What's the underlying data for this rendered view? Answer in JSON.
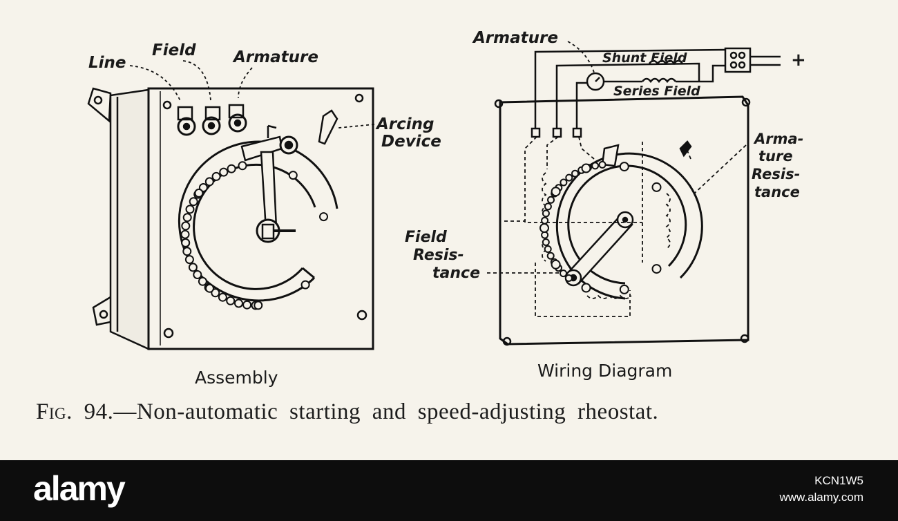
{
  "figure": {
    "caption_label": "Fig. 94.",
    "caption_text": "—Non-automatic starting and speed-adjusting rheostat.",
    "assembly": {
      "title": "Assembly",
      "labels": {
        "line": "Line",
        "field": "Field",
        "armature": "Armature",
        "arcing_1": "Arcing",
        "arcing_2": "Device"
      }
    },
    "wiring": {
      "title": "Wiring Diagram",
      "labels": {
        "armature": "Armature",
        "shunt_field": "Shunt Field",
        "series_field": "Series Field",
        "plus": "+",
        "arm_res_1": "Arma-",
        "arm_res_2": "ture",
        "arm_res_3": "Resis-",
        "arm_res_4": "tance",
        "field_res_1": "Field",
        "field_res_2": "Resis-",
        "field_res_3": "tance"
      }
    }
  },
  "footer": {
    "brand": "alamy",
    "image_id": "KCN1W5",
    "site": "www.alamy.com"
  }
}
